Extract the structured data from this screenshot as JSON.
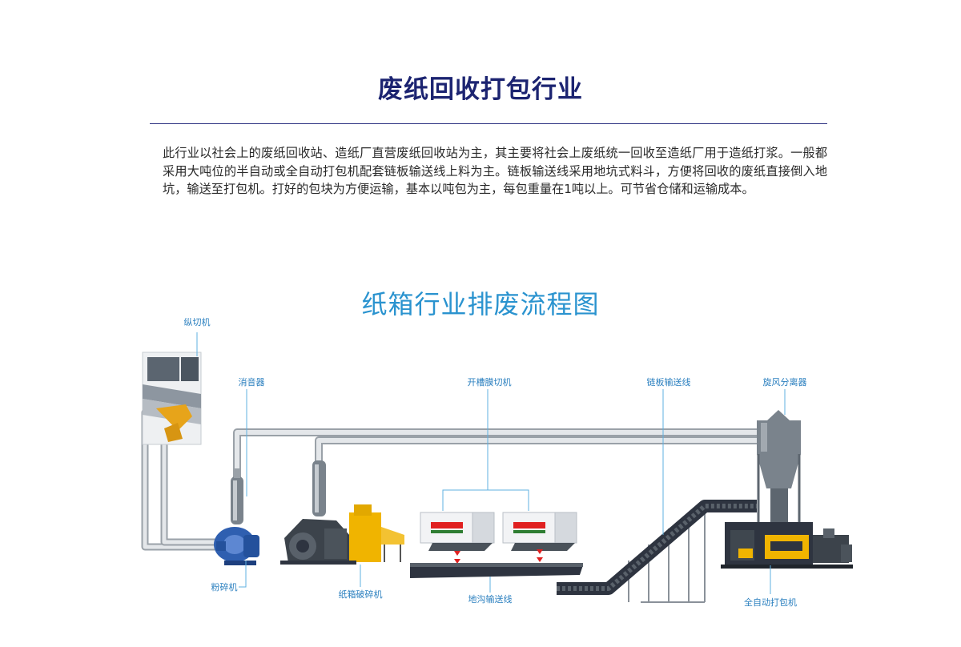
{
  "header": {
    "title": "废纸回收打包行业",
    "description": "此行业以社会上的废纸回收站、造纸厂直营废纸回收站为主，其主要将社会上废纸统一回收至造纸厂用于造纸打浆。一般都采用大吨位的半自动或全自动打包机配套链板输送线上料为主。链板输送线采用地坑式料斗，方便将回收的废纸直接倒入地坑，输送至打包机。打好的包块为方便运输，基本以吨包为主，每包重量在1吨以上。可节省仓储和运输成本。"
  },
  "diagram": {
    "title": "纸箱行业排废流程图",
    "labels": {
      "slitter": "纵切机",
      "silencer": "消音器",
      "slotter": "开槽膜切机",
      "chain_conveyor": "链板输送线",
      "cyclone": "旋风分离器",
      "pulverizer": "粉碎机",
      "box_crusher": "纸箱破碎机",
      "trench_conveyor": "地沟输送线",
      "auto_baler": "全自动打包机"
    },
    "colors": {
      "label": "#2a7fbf",
      "pipe": "#c9ced3",
      "machine_blue": "#2f5fb0",
      "machine_yellow": "#f0b400",
      "arrow_red": "#e02020",
      "conveyor_dark": "#2e3440"
    }
  }
}
